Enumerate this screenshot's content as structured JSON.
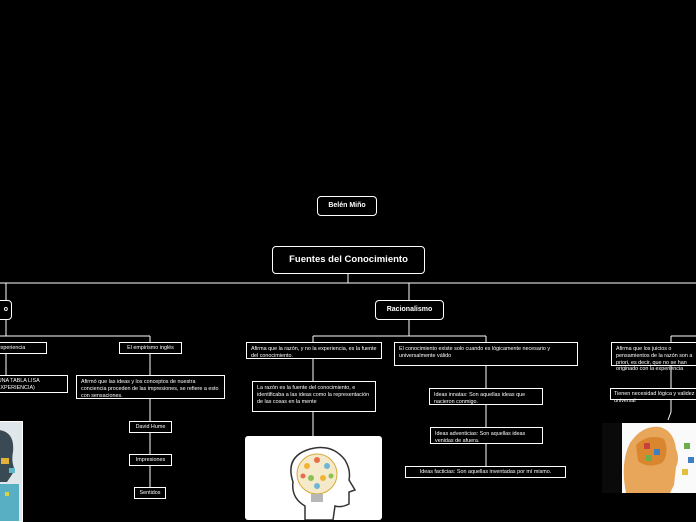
{
  "author": "Belén Miño",
  "title": "Fuentes del Conocimiento",
  "left_branch": {
    "label": "o",
    "items": {
      "experiencia": "la experiencia",
      "tabla_rasa": "O UNA TABLA LISA\nA EXPERIENCIA)",
      "empirismo_ingles": "El empirismo inglés",
      "afirmo": "Afirmó que las ideas y los conceptos de nuestra conciencia proceden de las impresiones, se refiere a esto con sensaciones.",
      "david_hume": "David Hume",
      "impresiones": "Impresiones",
      "sentidos": "Sentidos"
    }
  },
  "racionalismo": {
    "label": "Racionalismo",
    "afirma_razon": "Afirma que la razón, y no la experiencia, es la fuente del conocimiento.",
    "razon_fuente": "La razón es la fuente del conocimiento, e identificaba a las ideas como la representación de las cosas en la mente",
    "conocimiento": "El conocimiento existe solo cuando es lógicamente necesario y universalmente válido",
    "ideas_innatas": "Ideas innatas: Son aquellas ideas que nacieron conmigo.",
    "ideas_adventicias": "Ideas adventicias: Son aquellas ideas venidas de afuera.",
    "ideas_facticias": "Ideas facticias: Son aquellas inventadas por mí mismo."
  },
  "right_branch": {
    "juicios": "Afirma que los juicios o pensamientos de la razón son a priori, es decir, que no se han originado con la experiencia",
    "necesidad": "Tienen necesidad lógica y validez universal"
  },
  "colors": {
    "background": "#000000",
    "line": "#ffffff"
  }
}
